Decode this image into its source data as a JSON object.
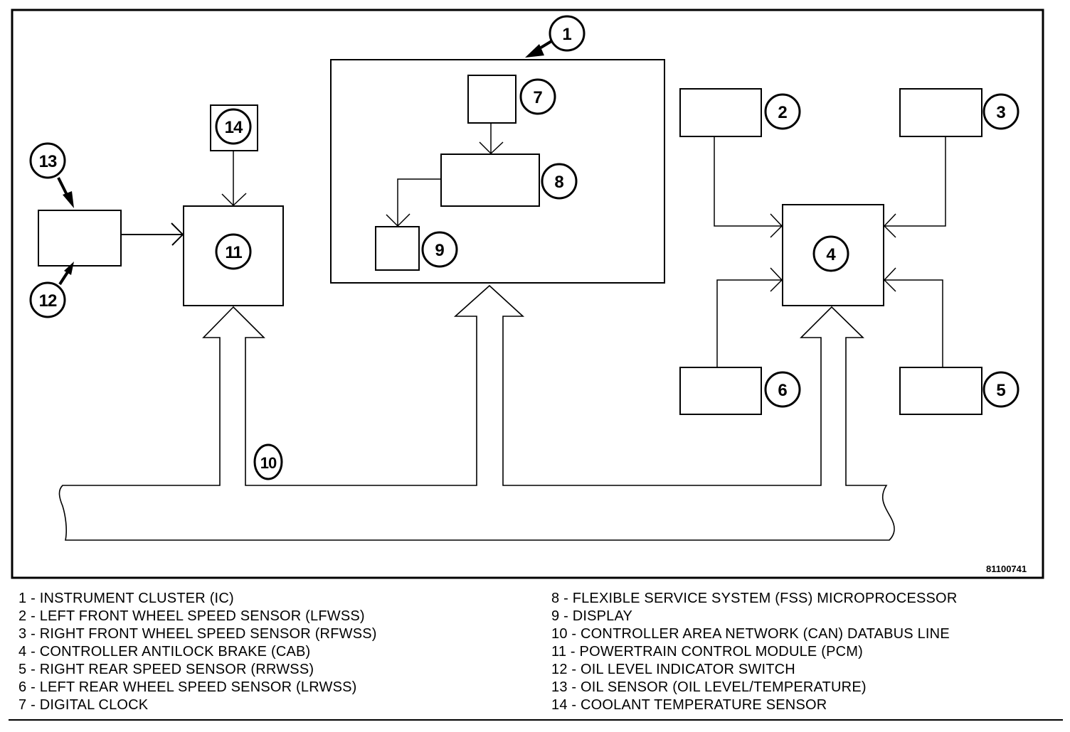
{
  "figure": {
    "id": "81100741",
    "callouts": {
      "c1": "1",
      "c2": "2",
      "c3": "3",
      "c4": "4",
      "c5": "5",
      "c6": "6",
      "c7": "7",
      "c8": "8",
      "c9": "9",
      "c10": "10",
      "c11": "11",
      "c12": "12",
      "c13": "13",
      "c14": "14"
    }
  },
  "legend": {
    "left": [
      "1 - INSTRUMENT CLUSTER (IC)",
      "2 - LEFT FRONT WHEEL SPEED SENSOR (LFWSS)",
      "3 - RIGHT FRONT WHEEL SPEED SENSOR (RFWSS)",
      "4 - CONTROLLER ANTILOCK BRAKE (CAB)",
      "5 - RIGHT REAR SPEED SENSOR (RRWSS)",
      "6 - LEFT REAR WHEEL SPEED SENSOR (LRWSS)",
      "7 - DIGITAL CLOCK"
    ],
    "right": [
      "8 - FLEXIBLE SERVICE SYSTEM (FSS) MICROPROCESSOR",
      "9 - DISPLAY",
      "10 - CONTROLLER AREA NETWORK (CAN) DATABUS LINE",
      "11 - POWERTRAIN CONTROL MODULE (PCM)",
      "12 - OIL LEVEL INDICATOR SWITCH",
      "13 - OIL SENSOR (OIL LEVEL/TEMPERATURE)",
      "14 - COOLANT TEMPERATURE SENSOR"
    ]
  }
}
